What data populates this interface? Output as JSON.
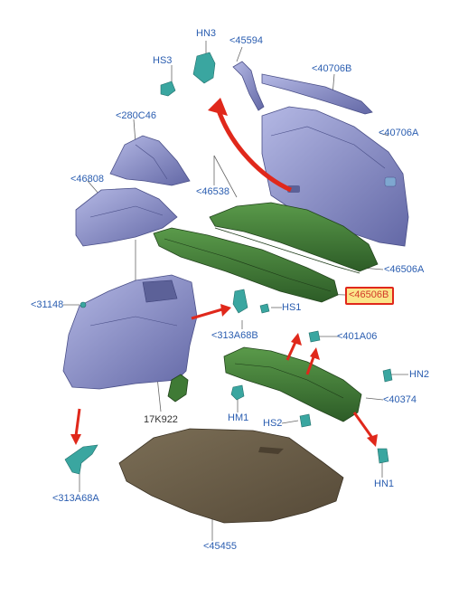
{
  "callouts": {
    "hn3": "HN3",
    "p45594": "<45594",
    "hs3": "HS3",
    "p40706b": "<40706B",
    "p280c46": "<280C46",
    "p40706a": "<40706A",
    "p46808": "<46808",
    "p46538": "<46538",
    "p46506a": "<46506A",
    "p46506b": "<46506B",
    "p31148": "<31148",
    "hs1": "HS1",
    "p313a68b": "<313A68B",
    "p401a06": "<401A06",
    "hn2": "HN2",
    "p40374": "<40374",
    "p17k922": "17K922",
    "hm1": "HM1",
    "hs2": "HS2",
    "hn1": "HN1",
    "p313a68a": "<313A68A",
    "p45455": "<45455"
  },
  "highlighted_part": "<46506B",
  "colors": {
    "panel": "#8a8fc8",
    "panel_dark": "#6469a8",
    "shelf": "#3f7a35",
    "shelf_dark": "#2c5a26",
    "mat": "#6b5e48",
    "clip": "#3aa6a0",
    "arrow": "#e0281b",
    "label": "#2a5db0",
    "highlight_fill": "#fbe58a",
    "highlight_border": "#e0281b"
  }
}
